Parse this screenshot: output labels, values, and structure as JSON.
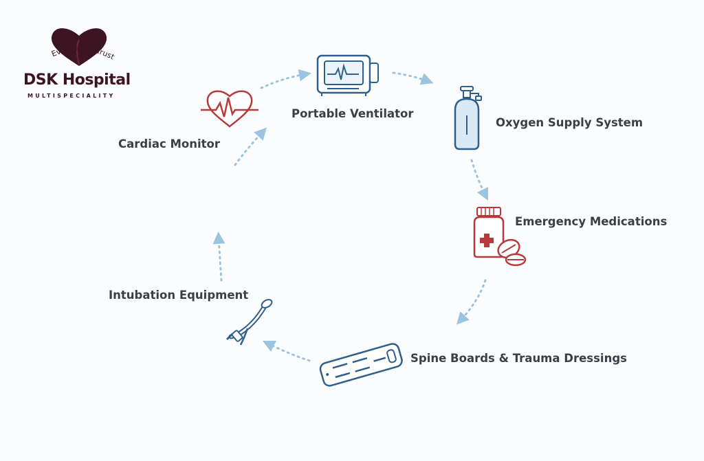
{
  "logo": {
    "tagline": "Everyone's Trust",
    "name": "DSK Hospital",
    "subtitle": "MULTISPECIALITY"
  },
  "cycle": {
    "items": [
      {
        "label": "Portable Ventilator",
        "icon": "ventilator-icon"
      },
      {
        "label": "Oxygen Supply System",
        "icon": "oxygen-cylinder-icon"
      },
      {
        "label": "Emergency Medications",
        "icon": "medicine-bottle-icon"
      },
      {
        "label": "Spine Boards & Trauma Dressings",
        "icon": "spine-board-icon"
      },
      {
        "label": "Intubation Equipment",
        "icon": "intubation-tube-icon"
      },
      {
        "label": "Cardiac Monitor",
        "icon": "heart-monitor-icon"
      }
    ]
  },
  "colors": {
    "blue": "#2e5f8c",
    "red": "#b63a3a",
    "arrow": "#9cc4de",
    "brand": "#3d1522"
  }
}
